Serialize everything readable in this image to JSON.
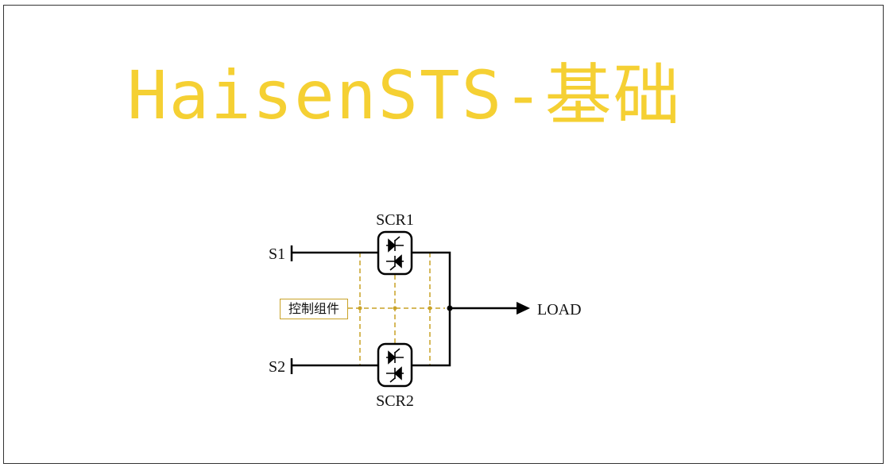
{
  "slide": {
    "title": "HaisenSTS-基础"
  },
  "diagram": {
    "source1_label": "S1",
    "source2_label": "S2",
    "scr1_label": "SCR1",
    "scr2_label": "SCR2",
    "load_label": "LOAD",
    "control_label": "控制组件"
  },
  "colors": {
    "title": "#f5d033",
    "control_lines": "#c9a227",
    "wires": "#000000",
    "frame": "#333333"
  }
}
